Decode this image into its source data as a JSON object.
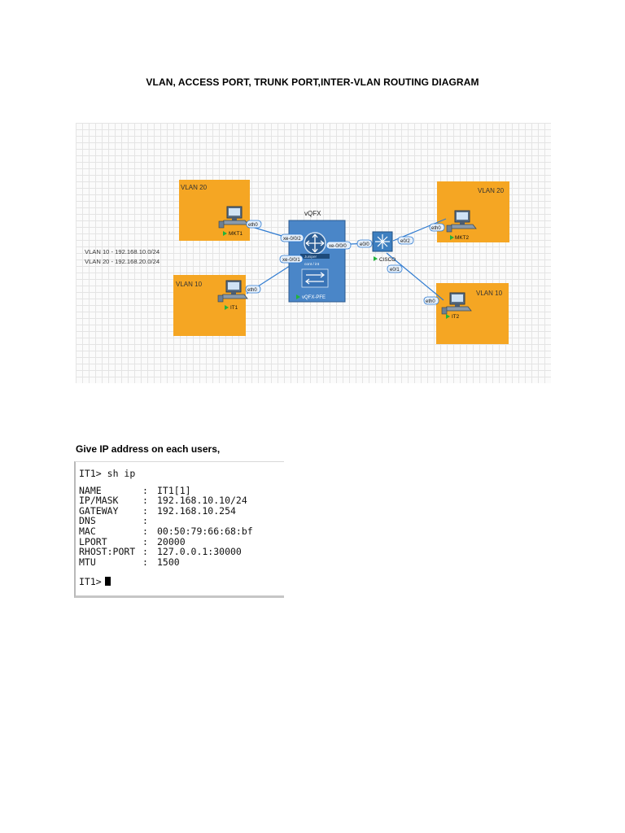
{
  "document": {
    "title": "VLAN, ACCESS PORT, TRUNK PORT,INTER-VLAN ROUTING DIAGRAM",
    "section_heading": "Give IP address on each users,"
  },
  "diagram": {
    "colors": {
      "vlan_box": "#f5a623",
      "switch_fill": "#4a86c8",
      "link": "#2f7bd1",
      "grid": "#e4e4e4"
    },
    "subnets": [
      "VLAN 10 - 192.168.10.0/24",
      "VLAN 20 - 192.168.20.0/24"
    ],
    "vlan_groups": [
      {
        "label": "VLAN 20"
      },
      {
        "label": "VLAN 10"
      },
      {
        "label": "VLAN 20"
      },
      {
        "label": "VLAN 10"
      }
    ],
    "hosts": [
      {
        "name": "MKT1",
        "port": "eth0",
        "icon": "desktop-pc-icon"
      },
      {
        "name": "IT1",
        "port": "eth0",
        "icon": "desktop-pc-icon"
      },
      {
        "name": "MKT2",
        "port": "eth0",
        "icon": "desktop-pc-icon"
      },
      {
        "name": "IT2",
        "port": "eth0",
        "icon": "desktop-pc-icon"
      }
    ],
    "vqfx": {
      "title": "vQFX",
      "node_name": "vQFX-PFE",
      "chip_text": "Juniper",
      "mid_text": "cont / int",
      "ports": [
        "xe-0/0/2",
        "xe-0/0/1",
        "xe-0/0/0"
      ]
    },
    "cisco": {
      "name": "CISCO",
      "ports": [
        "e0/0",
        "e0/2",
        "e0/1"
      ],
      "icon": "layer3-switch-icon"
    }
  },
  "terminal": {
    "prompt": "IT1>",
    "command": "sh ip",
    "rows": [
      {
        "key": "NAME",
        "value": "IT1[1]"
      },
      {
        "key": "IP/MASK",
        "value": "192.168.10.10/24"
      },
      {
        "key": "GATEWAY",
        "value": "192.168.10.254"
      },
      {
        "key": "DNS",
        "value": ""
      },
      {
        "key": "MAC",
        "value": "00:50:79:66:68:bf"
      },
      {
        "key": "LPORT",
        "value": "20000"
      },
      {
        "key": "RHOST:PORT",
        "value": "127.0.0.1:30000"
      },
      {
        "key": "MTU",
        "value": "1500"
      }
    ],
    "separator": ":"
  }
}
